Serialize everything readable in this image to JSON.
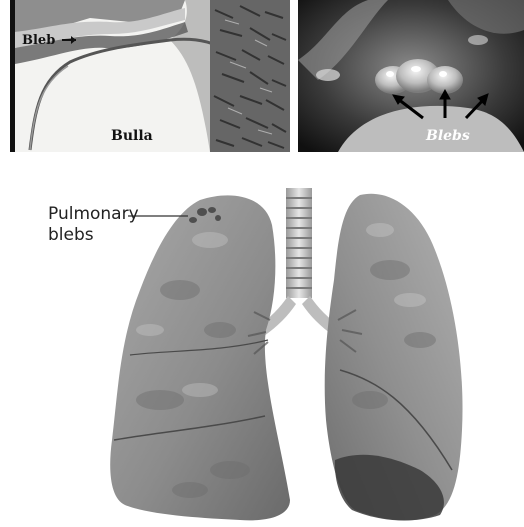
{
  "histology": {
    "bleb_label": "Bleb",
    "bulla_label": "Bulla"
  },
  "endoscopy": {
    "blebs_label": "Blebs"
  },
  "lung_illustration": {
    "label_line1": "Pulmonary",
    "label_line2": "blebs"
  }
}
